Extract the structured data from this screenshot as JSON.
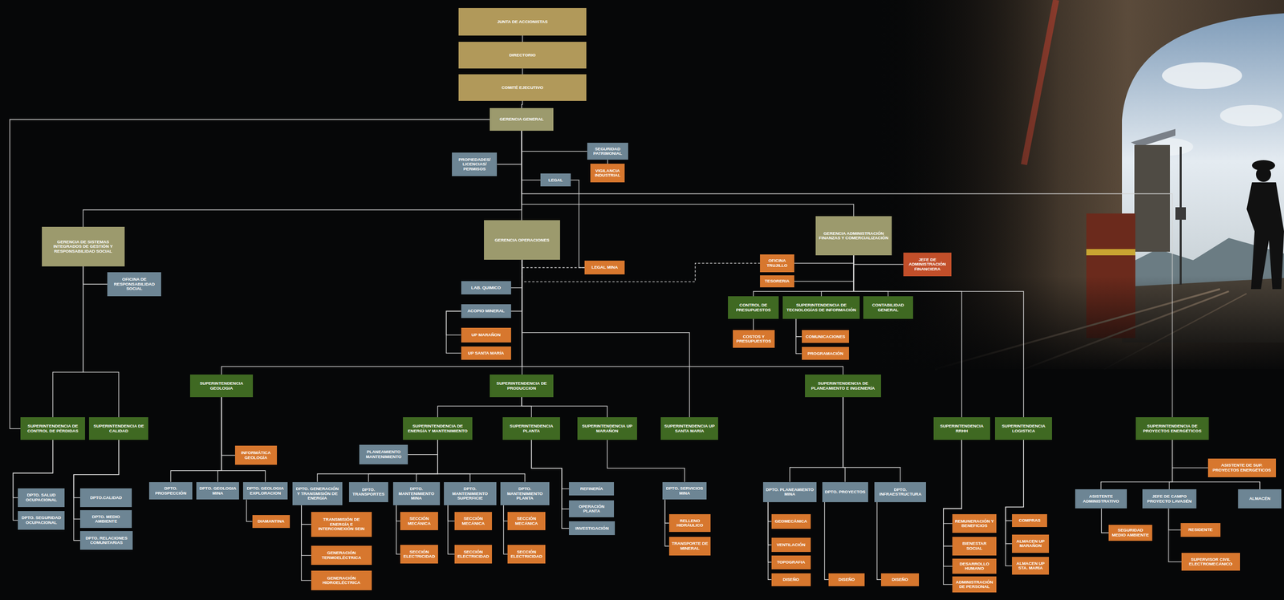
{
  "diagram": {
    "nodes": [
      {
        "text": [
          "JUNTA DE ACCIONISTAS"
        ]
      },
      {
        "text": [
          "DIRECTORIO"
        ]
      },
      {
        "text": [
          "COMITÉ EJECUTIVO"
        ]
      },
      {
        "text": [
          "GERENCIA GENERAL"
        ]
      },
      {
        "text": [
          "SEGURIDAD PATRIMONIAL"
        ]
      },
      {
        "text": [
          "PROPIEDADES/ LICENCIAS/ PERMISOS"
        ]
      },
      {
        "text": [
          "VIGILANCIA INDUSTRIAL"
        ]
      },
      {
        "text": [
          "LEGAL"
        ]
      },
      {
        "text": [
          "GERENCIA DE SISTEMAS INTEGRADOS DE GESTIÓN Y RESPONSABILIDAD SOCIAL"
        ]
      },
      {
        "text": [
          "GERENCIA OPERACIONES"
        ]
      },
      {
        "text": [
          "GERENCIA ADMINISTRACIÓN FINANZAS Y COMERCIALIZACIÓN"
        ]
      },
      {
        "text": [
          "OFICINA DE RESPONSABILIDAD SOCIAL"
        ]
      },
      {
        "text": [
          "OFICINA TRUJILLO"
        ]
      },
      {
        "text": [
          "JEFE DE ADMINISTRACIÓN FINANCIERA"
        ]
      },
      {
        "text": [
          "LEGAL MINA"
        ]
      },
      {
        "text": [
          "TESORERIA"
        ]
      },
      {
        "text": [
          "LAB. QUIMICO"
        ]
      },
      {
        "text": [
          "CONTROL DE PRESUPUESTOS"
        ]
      },
      {
        "text": [
          "SUPERINTENDENCIA DE TECNOLOGÍAS DE INFORMACIÓN"
        ]
      },
      {
        "text": [
          "CONTABILIDAD GENERAL"
        ]
      },
      {
        "text": [
          "ACOPIO MINERAL"
        ]
      },
      {
        "text": [
          "UP MARAÑON"
        ]
      },
      {
        "text": [
          "COSTOS Y PRESUPUESTOS"
        ]
      },
      {
        "text": [
          "COMUNICACIONES"
        ]
      },
      {
        "text": [
          "UP SANTA MARÍA"
        ]
      },
      {
        "text": [
          "PROGRAMACIÓN"
        ]
      },
      {
        "text": [
          "SUPERINTENDENCIA GEOLOGIA"
        ]
      },
      {
        "text": [
          "SUPERINTENDENCIA DE PRODUCCION"
        ]
      },
      {
        "text": [
          "SUPERINTENDENCIA DE PLANEAMIENTO E INGENIERÍA"
        ]
      },
      {
        "text": [
          "SUPERINTENDENCIA DE CONTROL DE PÉRDIDAS"
        ]
      },
      {
        "text": [
          "SUPERINTENDENCIA DE CALIDAD"
        ]
      },
      {
        "text": [
          "SUPERINTENDENCIA DE ENERGÍA Y MANTENIMIENTO"
        ]
      },
      {
        "text": [
          "SUPERINTENDENCIA PLANTA"
        ]
      },
      {
        "text": [
          "SUPERINTENDENCIA UP MARAÑON"
        ]
      },
      {
        "text": [
          "SUPERINTENDENCIA UP SANTA MARÍA"
        ]
      },
      {
        "text": [
          "SUPERINTENDENCIA RRHH"
        ]
      },
      {
        "text": [
          "SUPERINTENDENCIA LOGISTICA"
        ]
      },
      {
        "text": [
          "SUPERINTENDENCIA DE PROYECTOS ENERGÉTICOS"
        ]
      },
      {
        "text": [
          "PLANEAMIENTO MANTENIMIENTO"
        ]
      },
      {
        "text": [
          "INFORMÁTICA GEOLOGÍA"
        ]
      },
      {
        "text": [
          "ASISTENTE DE SUP. PROYECTOS ENERGÉTICOS"
        ]
      },
      {
        "text": [
          "DPTO. PROSPECCIÓN"
        ]
      },
      {
        "text": [
          "DPTO. GEOLOGIA MINA"
        ]
      },
      {
        "text": [
          "DPTO. GEOLOGIA EXPLORACION"
        ]
      },
      {
        "text": [
          "DPTO. GENERACIÓN Y TRANSMISIÓN DE ENERGÍA"
        ]
      },
      {
        "text": [
          "DPTO. TRANSPORTES"
        ]
      },
      {
        "text": [
          "DPTO. MANTENIMIENTO MINA"
        ]
      },
      {
        "text": [
          "DPTO. MANTENIMIENTO SUPERFICIE"
        ]
      },
      {
        "text": [
          "DPTO. MANTENIMIENTO PLANTA"
        ]
      },
      {
        "text": [
          "REFINERÍA"
        ]
      },
      {
        "text": [
          "DPTO. SERVICIOS MINA"
        ]
      },
      {
        "text": [
          "DPTO. PLANEAMIENTO MINA"
        ]
      },
      {
        "text": [
          "DPTO. PROYECTOS"
        ]
      },
      {
        "text": [
          "DPTO. INFRAESTRUCTURA"
        ]
      },
      {
        "text": [
          "ASISTENTE ADMINISTRATIVO"
        ]
      },
      {
        "text": [
          "JEFE DE CAMPO PROYECTO LAVASÉN"
        ]
      },
      {
        "text": [
          "ALMACÉN"
        ]
      },
      {
        "text": [
          "DPTO. SALUD OCUPACIONAL"
        ]
      },
      {
        "text": [
          "DPTO.CALIDAD"
        ]
      },
      {
        "text": [
          "OPERACIÓN PLANTA"
        ]
      },
      {
        "text": [
          "DIAMANTINA"
        ]
      },
      {
        "text": [
          "DPTO. SEGURIDAD OCUPACIONAL"
        ]
      },
      {
        "text": [
          "DPTO. MEDIO AMBIENTE"
        ]
      },
      {
        "text": [
          "GEOMECÁNICA"
        ]
      },
      {
        "text": [
          "TRANSMISIÓN DE ENERGÍA E INTERCONEXIÓN SEIN"
        ]
      },
      {
        "text": [
          "SECCIÓN MECÁNICA"
        ]
      },
      {
        "text": [
          "SECCIÓN MECÁNICA"
        ]
      },
      {
        "text": [
          "SECCIÓN MECÁNICA"
        ]
      },
      {
        "text": [
          "RELLENO HIDRÁULICO"
        ]
      },
      {
        "text": [
          "COMPRAS"
        ]
      },
      {
        "text": [
          "REMUNERACIÓN Y BENEFICIOS"
        ]
      },
      {
        "text": [
          "INVESTIGACIÓN"
        ]
      },
      {
        "text": [
          "RESIDENTE"
        ]
      },
      {
        "text": [
          "SEGURIDAD MEDIO AMBIENTE"
        ]
      },
      {
        "text": [
          "DPTO. RELACIONES COMUNITARIAS"
        ]
      },
      {
        "text": [
          "VENTILACIÓN"
        ]
      },
      {
        "text": [
          "BIENESTAR SOCIAL"
        ]
      },
      {
        "text": [
          "TRANSPORTE DE MINERAL"
        ]
      },
      {
        "text": [
          "ALMACEN UP MARAÑON"
        ]
      },
      {
        "text": [
          "GENERACIÓN TERMOELÉCTRICA"
        ]
      },
      {
        "text": [
          "SECCIÓN ELECTRICIDAD"
        ]
      },
      {
        "text": [
          "SECCIÓN ELECTRICIDAD"
        ]
      },
      {
        "text": [
          "SECCIÓN ELECTRICIDAD"
        ]
      },
      {
        "text": [
          "TOPOGRAFIA"
        ]
      },
      {
        "text": [
          "SUPERVISOR CIVIL ELECTROMECÁNICO"
        ]
      },
      {
        "text": [
          "ALMACEN UP STA. MARÍA"
        ]
      },
      {
        "text": [
          "DESARROLLO HUMANO"
        ]
      },
      {
        "text": [
          "DISEÑO"
        ]
      },
      {
        "text": [
          "DISEÑO"
        ]
      },
      {
        "text": [
          "DISEÑO"
        ]
      },
      {
        "text": [
          "GENERACIÓN HIDROELÉCTRICA"
        ]
      },
      {
        "text": [
          "ADMINISTRACIÓN DE PERSONAL"
        ]
      }
    ],
    "edges": [
      {
        "from": 0,
        "to": 1,
        "arrow": "none"
      },
      {
        "from": 1,
        "to": 2,
        "arrow": "none"
      },
      {
        "from": 2,
        "to": 3,
        "arrow": "none"
      },
      {
        "from": 3,
        "to": 5,
        "arrow": "none"
      },
      {
        "from": 3,
        "to": 4,
        "arrow": "none"
      },
      {
        "from": 3,
        "to": 7,
        "arrow": "none"
      },
      {
        "from": 4,
        "to": 6,
        "arrow": "none"
      },
      {
        "from": 3,
        "to": 8,
        "arrow": "none"
      },
      {
        "from": 3,
        "to": 9,
        "arrow": "none"
      },
      {
        "from": 3,
        "to": 10,
        "arrow": "none"
      },
      {
        "from": 3,
        "to": 37,
        "arrow": "none"
      },
      {
        "from": 3,
        "to": 29,
        "arrow": "none"
      },
      {
        "from": 7,
        "to": 14,
        "arrow": "none"
      },
      {
        "from": 9,
        "to": 14,
        "arrow": "none"
      },
      {
        "from": 9,
        "to": 12,
        "arrow": "none"
      },
      {
        "from": 8,
        "to": 11,
        "arrow": "none"
      },
      {
        "from": 8,
        "to": 29,
        "arrow": "none"
      },
      {
        "from": 8,
        "to": 30,
        "arrow": "none"
      },
      {
        "from": 10,
        "to": 12,
        "arrow": "none"
      },
      {
        "from": 10,
        "to": 13,
        "arrow": "none"
      },
      {
        "from": 10,
        "to": 15,
        "arrow": "none"
      },
      {
        "from": 10,
        "to": 17,
        "arrow": "none"
      },
      {
        "from": 10,
        "to": 18,
        "arrow": "none"
      },
      {
        "from": 10,
        "to": 19,
        "arrow": "none"
      },
      {
        "from": 10,
        "to": 35,
        "arrow": "none"
      },
      {
        "from": 10,
        "to": 36,
        "arrow": "none"
      },
      {
        "from": 17,
        "to": 22,
        "arrow": "none"
      },
      {
        "from": 18,
        "to": 23,
        "arrow": "none"
      },
      {
        "from": 18,
        "to": 25,
        "arrow": "none"
      },
      {
        "from": 9,
        "to": 16,
        "arrow": "none"
      },
      {
        "from": 9,
        "to": 20,
        "arrow": "none"
      },
      {
        "from": 20,
        "to": 21,
        "arrow": "none"
      },
      {
        "from": 20,
        "to": 24,
        "arrow": "none"
      },
      {
        "from": 9,
        "to": 26,
        "arrow": "none"
      },
      {
        "from": 9,
        "to": 27,
        "arrow": "none"
      },
      {
        "from": 9,
        "to": 28,
        "arrow": "none"
      },
      {
        "from": 9,
        "to": 34,
        "arrow": "none"
      },
      {
        "from": 26,
        "to": 39,
        "arrow": "none"
      },
      {
        "from": 26,
        "to": 41,
        "arrow": "none"
      },
      {
        "from": 26,
        "to": 42,
        "arrow": "none"
      },
      {
        "from": 26,
        "to": 43,
        "arrow": "none"
      },
      {
        "from": 43,
        "to": 60,
        "arrow": "none"
      },
      {
        "from": 27,
        "to": 31,
        "arrow": "none"
      },
      {
        "from": 27,
        "to": 32,
        "arrow": "none"
      },
      {
        "from": 27,
        "to": 33,
        "arrow": "none"
      },
      {
        "from": 31,
        "to": 38,
        "arrow": "none"
      },
      {
        "from": 31,
        "to": 44,
        "arrow": "none"
      },
      {
        "from": 31,
        "to": 45,
        "arrow": "none"
      },
      {
        "from": 31,
        "to": 46,
        "arrow": "none"
      },
      {
        "from": 31,
        "to": 47,
        "arrow": "none"
      },
      {
        "from": 31,
        "to": 48,
        "arrow": "none"
      },
      {
        "from": 44,
        "to": 64,
        "arrow": "none"
      },
      {
        "from": 44,
        "to": 79,
        "arrow": "none"
      },
      {
        "from": 44,
        "to": 90,
        "arrow": "none"
      },
      {
        "from": 46,
        "to": 65,
        "arrow": "none"
      },
      {
        "from": 46,
        "to": 80,
        "arrow": "none"
      },
      {
        "from": 47,
        "to": 66,
        "arrow": "none"
      },
      {
        "from": 47,
        "to": 81,
        "arrow": "none"
      },
      {
        "from": 48,
        "to": 67,
        "arrow": "none"
      },
      {
        "from": 48,
        "to": 82,
        "arrow": "none"
      },
      {
        "from": 32,
        "to": 49,
        "arrow": "none"
      },
      {
        "from": 32,
        "to": 59,
        "arrow": "none"
      },
      {
        "from": 32,
        "to": 71,
        "arrow": "none"
      },
      {
        "from": 33,
        "to": 50,
        "arrow": "none"
      },
      {
        "from": 50,
        "to": 68,
        "arrow": "none"
      },
      {
        "from": 50,
        "to": 77,
        "arrow": "none"
      },
      {
        "from": 28,
        "to": 51,
        "arrow": "none"
      },
      {
        "from": 28,
        "to": 52,
        "arrow": "none"
      },
      {
        "from": 28,
        "to": 53,
        "arrow": "none"
      },
      {
        "from": 51,
        "to": 63,
        "arrow": "none"
      },
      {
        "from": 51,
        "to": 75,
        "arrow": "none"
      },
      {
        "from": 51,
        "to": 83,
        "arrow": "none"
      },
      {
        "from": 51,
        "to": 87,
        "arrow": "none"
      },
      {
        "from": 52,
        "to": 88,
        "arrow": "none"
      },
      {
        "from": 53,
        "to": 89,
        "arrow": "none"
      },
      {
        "from": 29,
        "to": 57,
        "arrow": "none"
      },
      {
        "from": 29,
        "to": 61,
        "arrow": "none"
      },
      {
        "from": 30,
        "to": 58,
        "arrow": "none"
      },
      {
        "from": 30,
        "to": 62,
        "arrow": "none"
      },
      {
        "from": 30,
        "to": 74,
        "arrow": "none"
      },
      {
        "from": 35,
        "to": 70,
        "arrow": "none"
      },
      {
        "from": 35,
        "to": 76,
        "arrow": "none"
      },
      {
        "from": 35,
        "to": 86,
        "arrow": "none"
      },
      {
        "from": 35,
        "to": 91,
        "arrow": "none"
      },
      {
        "from": 36,
        "to": 69,
        "arrow": "none"
      },
      {
        "from": 36,
        "to": 78,
        "arrow": "none"
      },
      {
        "from": 36,
        "to": 85,
        "arrow": "none"
      },
      {
        "from": 37,
        "to": 40,
        "arrow": "none"
      },
      {
        "from": 37,
        "to": 54,
        "arrow": "none"
      },
      {
        "from": 37,
        "to": 55,
        "arrow": "none"
      },
      {
        "from": 37,
        "to": 56,
        "arrow": "none"
      },
      {
        "from": 54,
        "to": 73,
        "arrow": "none"
      },
      {
        "from": 55,
        "to": 72,
        "arrow": "none"
      },
      {
        "from": 55,
        "to": 84,
        "arrow": "none"
      }
    ]
  }
}
